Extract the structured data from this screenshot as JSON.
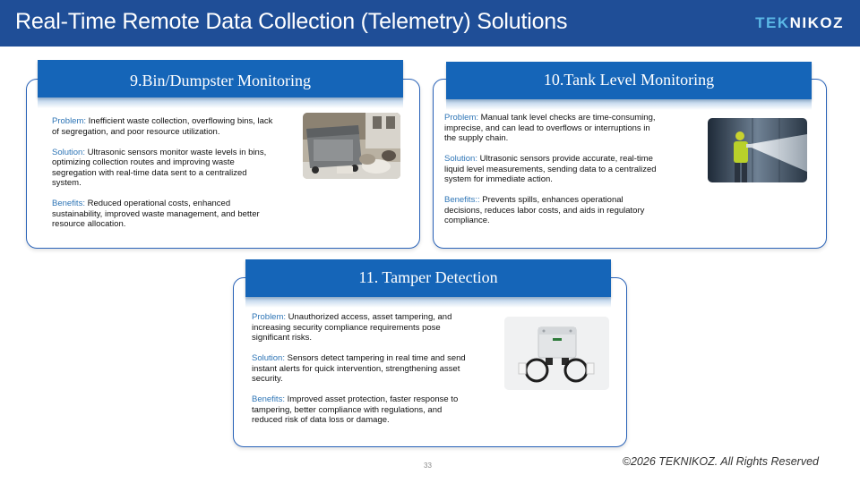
{
  "header": {
    "title": "Real-Time Remote Data Collection (Telemetry) Solutions",
    "logo_part1": "TEK",
    "logo_part2": "NIKOZ"
  },
  "cards": [
    {
      "title": "9.Bin/Dumpster Monitoring",
      "problem_label": "Problem:",
      "problem": " Inefficient waste collection, overflowing bins, lack of segregation, and poor resource utilization.",
      "solution_label": "Solution:",
      "solution": " Ultrasonic sensors monitor waste levels in bins, optimizing collection routes and improving waste segregation with real-time data sent to a centralized system.",
      "benefits_label": "Benefits:",
      "benefits": " Reduced operational costs, enhanced sustainability, improved waste management, and better resource allocation."
    },
    {
      "title": "10.Tank Level Monitoring",
      "problem_label": "Problem:",
      "problem": " Manual tank level checks are time-consuming, imprecise, and can lead to overflows or interruptions in the supply chain.",
      "solution_label": "Solution:",
      "solution": " Ultrasonic sensors provide accurate, real-time liquid level measurements, sending data to a centralized system for immediate action.",
      "benefits_label": "Benefits::",
      "benefits": "  Prevents spills, enhances operational decisions, reduces labor costs, and aids in regulatory compliance."
    },
    {
      "title": "11. Tamper Detection",
      "problem_label": "Problem:",
      "problem": " Unauthorized access, asset tampering, and increasing security compliance requirements pose significant risks.",
      "solution_label": "Solution:",
      "solution": " Sensors detect tampering in real time and send instant alerts for quick intervention, strengthening asset security.",
      "benefits_label": "Benefits:",
      "benefits": " Improved asset protection, faster response to tampering, better compliance with regulations, and reduced risk of data loss or damage."
    }
  ],
  "footer": {
    "page_number": "33",
    "copyright": "©2026 TEKNIKOZ. All Rights Reserved"
  },
  "colors": {
    "header_bg": "#1f4e97",
    "banner_bg": "#1565b8",
    "label": "#2e75b6",
    "card_border": "#2a63b8",
    "logo_accent": "#5bb8e6"
  }
}
